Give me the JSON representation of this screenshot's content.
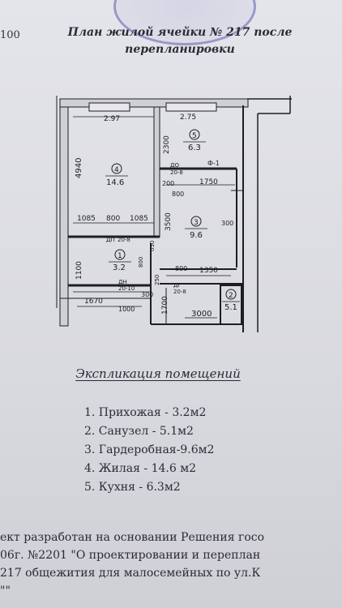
{
  "page_number": "100",
  "title_lines": [
    "План жилой ячейки № 217 после",
    "перепланировки"
  ],
  "plan": {
    "dims": {
      "top_left": "2.97",
      "top_right": "2.75",
      "left_vert": "4940",
      "kitchen_vert": "2300",
      "d_1085a": "1085",
      "d_800a": "800",
      "d_1085b": "1085",
      "d_3500": "3500",
      "d_1100": "1100",
      "d_1750": "1750",
      "d_800b": "800",
      "d_200": "200",
      "d_300a": "300",
      "d_1350": "1350",
      "d_800c": "800",
      "d_1670": "1670",
      "d_1000": "1000",
      "d_300b": "300",
      "d_1700": "1700",
      "d_3000": "3000",
      "d_250": "250",
      "d_800d": "800",
      "d_050": "050"
    },
    "rooms": {
      "r1_num": "1",
      "r1_area": "3.2",
      "r2_num": "2",
      "r2_area": "5.1",
      "r3_num": "3",
      "r3_area": "9.6",
      "r4_num": "4",
      "r4_area": "14.6",
      "r5_num": "5",
      "r5_area": "6.3"
    },
    "doors": {
      "do_label": "ДО",
      "do_size": "20-8",
      "dp_label": "ДП",
      "dp_size": "20-8",
      "dn_label": "ДН",
      "dn_size": "20-10",
      "dg_label": "ДГ",
      "dg_size": "20-8"
    },
    "marks": {
      "f1": "Ф-1"
    }
  },
  "explication": {
    "title": "Экспликация помещений",
    "items": [
      "1. Прихожая - 3.2м2",
      "2. Санузел - 5.1м2",
      "3. Гардеробная-9.6м2",
      "4. Жилая - 14.6 м2",
      "5. Кухня - 6.3м2"
    ]
  },
  "footer_lines": [
    "ект разработан на основании Решения госо",
    "06г. №2201 \"О проектировании и переплан",
    "217 общежития для малосемейных по ул.К",
    "\"\""
  ],
  "colors": {
    "stamp": "#5b5bb0",
    "ink": "#2b2b35",
    "paper": "#dcdde2"
  }
}
